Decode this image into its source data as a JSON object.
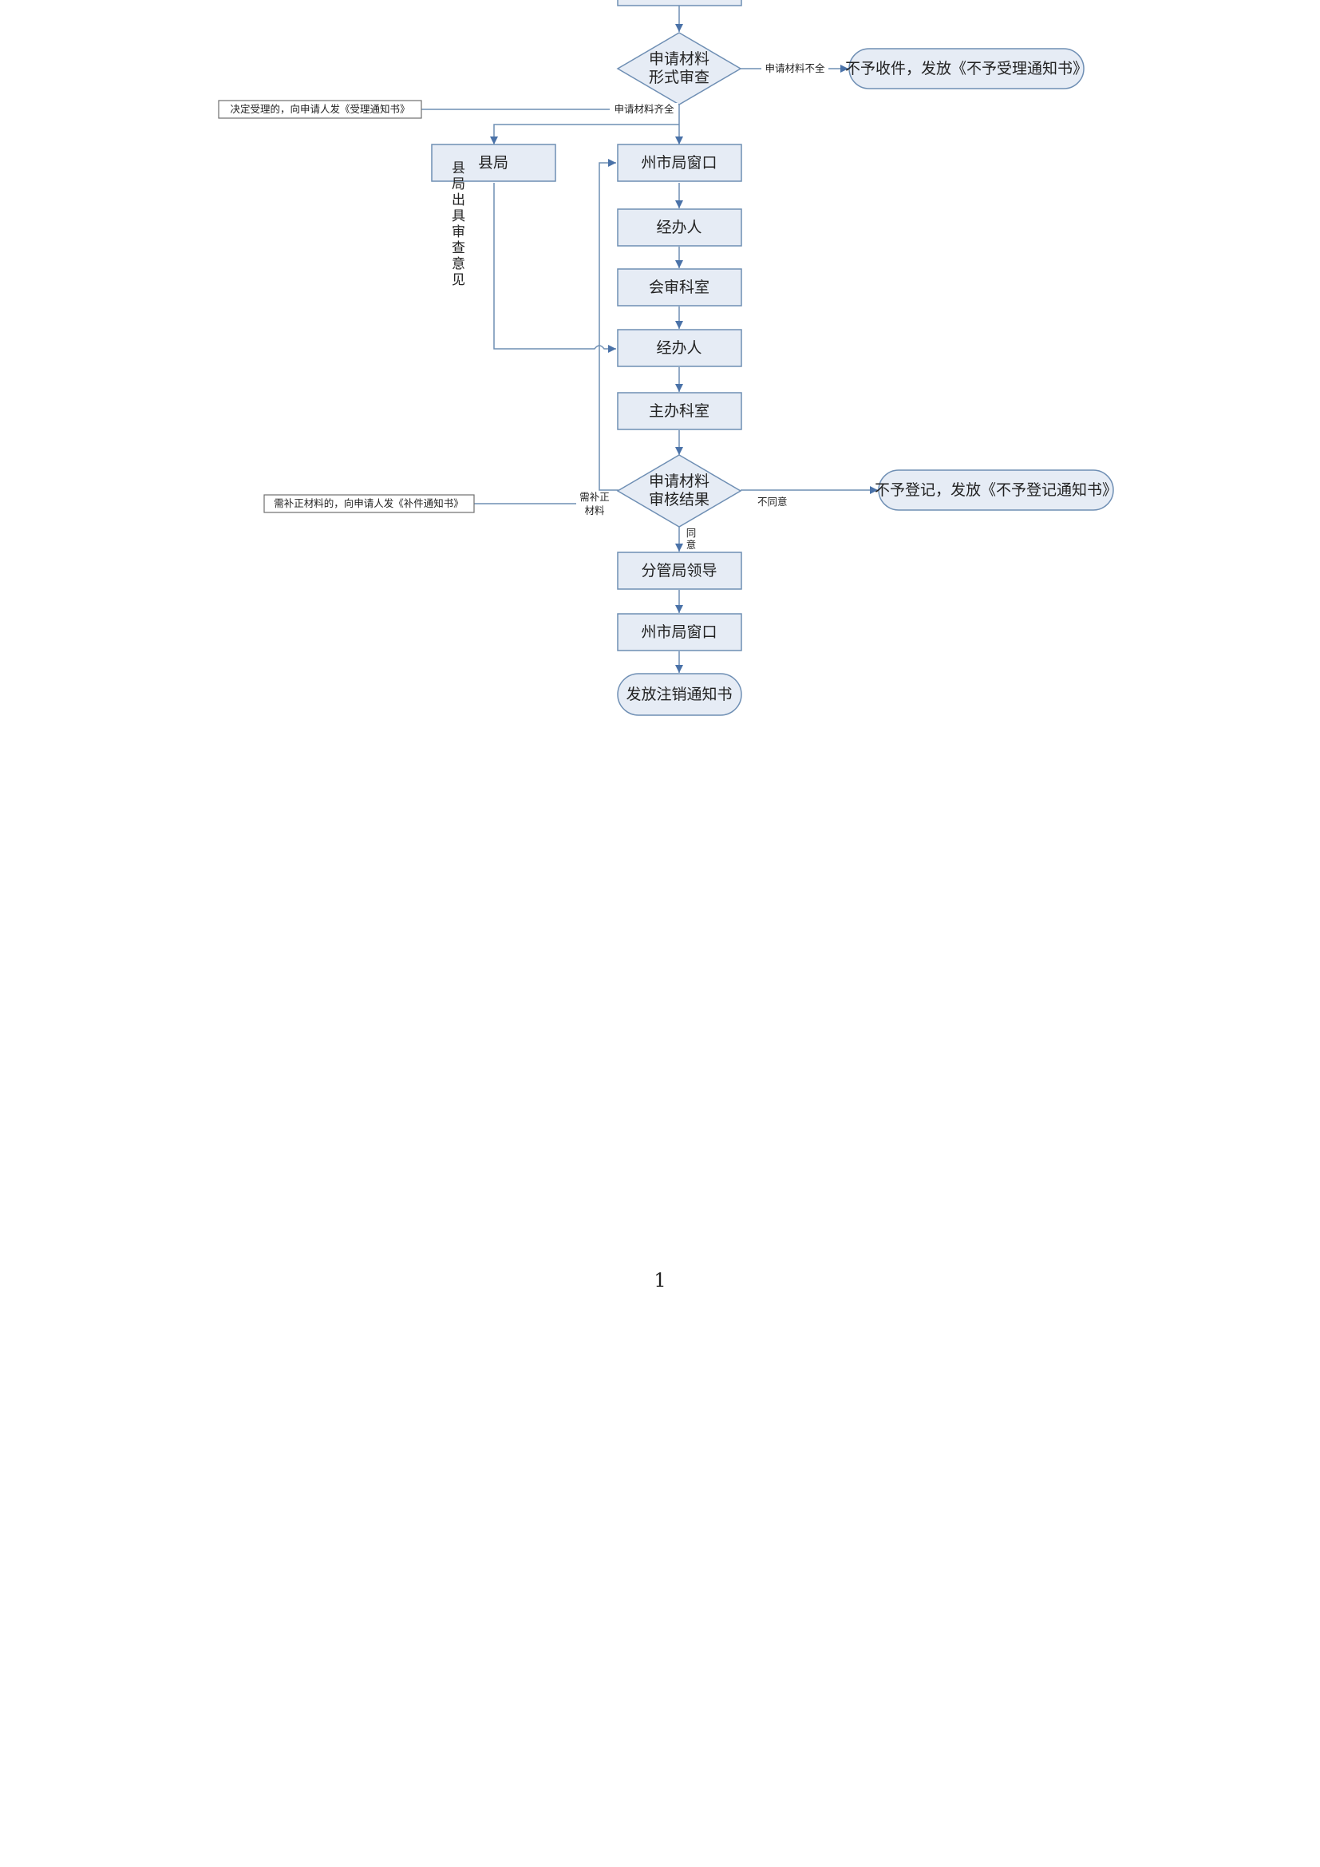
{
  "nodes": {
    "form_review": [
      "申请材料",
      "形式审查"
    ],
    "reject_receipt": "不予收件，发放《不予受理通知书》",
    "county_bureau": "县局",
    "city_window_1": "州市局窗口",
    "handler_1": "经办人",
    "joint_review_office": "会审科室",
    "handler_2": "经办人",
    "lead_office": "主办科室",
    "audit_result": [
      "申请材料",
      "审核结果"
    ],
    "reject_registration": "不予登记，发放《不予登记通知书》",
    "deputy_leader": "分管局领导",
    "city_window_2": "州市局窗口",
    "issue_notice": "发放注销通知书"
  },
  "edge_labels": {
    "incomplete": "申请材料不全",
    "complete": "申请材料齐全",
    "county_opinion": "县局出具审查意见",
    "need_supplement": [
      "需补正",
      "材料"
    ],
    "disagree": "不同意",
    "agree": [
      "同",
      "意"
    ]
  },
  "notes": {
    "accept_notice": "决定受理的，向申请人发《受理通知书》",
    "supplement_notice": "需补正材料的，向申请人发《补件通知书》"
  },
  "page_number": "1",
  "colors": {
    "node_fill": "#e6ecf5",
    "node_border": "#6f8fb4",
    "arrow": "#4a72a8"
  }
}
